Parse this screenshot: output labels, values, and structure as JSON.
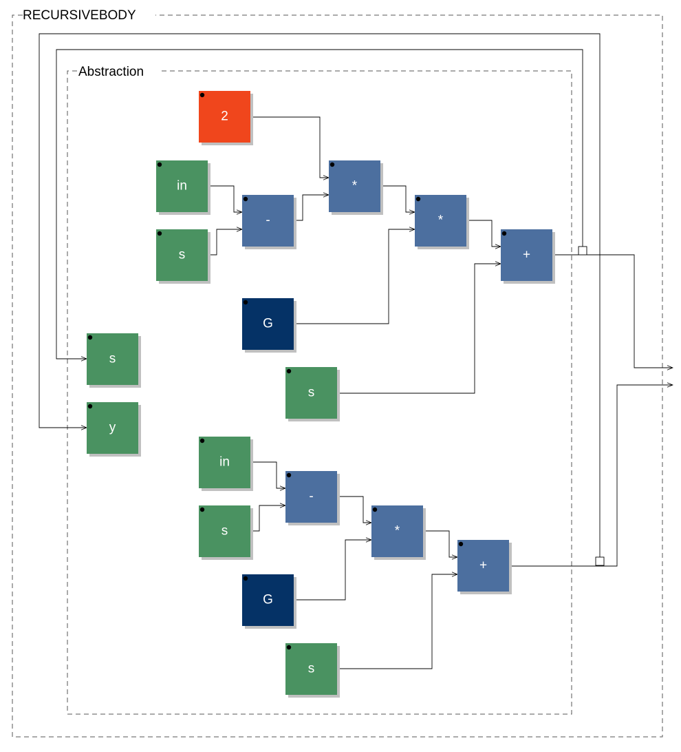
{
  "outer_group": {
    "title": "RECURSIVEBODY"
  },
  "inner_group": {
    "title": "Abstraction"
  },
  "colors": {
    "input": "#4a9261",
    "operator": "#4c6f9f",
    "constant": "#f0461c",
    "parameter": "#053266",
    "shadow": "#c0c0c0"
  },
  "nodes": [
    {
      "id": "n_2",
      "label": "2",
      "kind": "constant"
    },
    {
      "id": "n_in1",
      "label": "in",
      "kind": "input"
    },
    {
      "id": "n_s1",
      "label": "s",
      "kind": "input"
    },
    {
      "id": "n_sub1",
      "label": "-",
      "kind": "operator"
    },
    {
      "id": "n_mul1",
      "label": "*",
      "kind": "operator"
    },
    {
      "id": "n_mul2",
      "label": "*",
      "kind": "operator"
    },
    {
      "id": "n_add1",
      "label": "+",
      "kind": "operator"
    },
    {
      "id": "n_G1",
      "label": "G",
      "kind": "parameter"
    },
    {
      "id": "n_s2",
      "label": "s",
      "kind": "input"
    },
    {
      "id": "n_sfb",
      "label": "s",
      "kind": "input"
    },
    {
      "id": "n_yfb",
      "label": "y",
      "kind": "input"
    },
    {
      "id": "n_in2",
      "label": "in",
      "kind": "input"
    },
    {
      "id": "n_s3",
      "label": "s",
      "kind": "input"
    },
    {
      "id": "n_sub2",
      "label": "-",
      "kind": "operator"
    },
    {
      "id": "n_mul3",
      "label": "*",
      "kind": "operator"
    },
    {
      "id": "n_add2",
      "label": "+",
      "kind": "operator"
    },
    {
      "id": "n_G2",
      "label": "G",
      "kind": "parameter"
    },
    {
      "id": "n_s4",
      "label": "s",
      "kind": "input"
    }
  ]
}
